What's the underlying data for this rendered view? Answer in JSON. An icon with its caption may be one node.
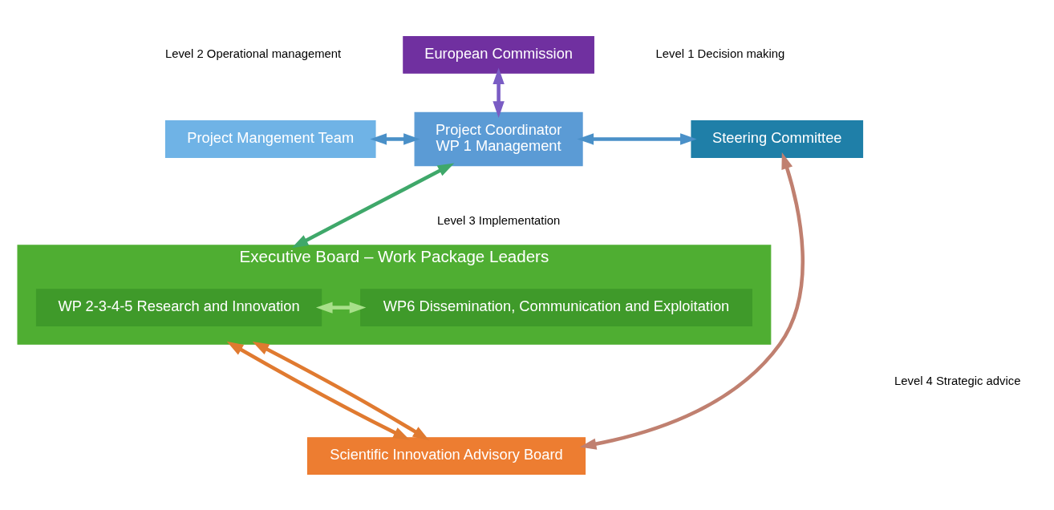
{
  "diagram": {
    "nodes": [
      {
        "text": [
          "European Commission"
        ]
      },
      {
        "text": [
          "Project Mangement Team"
        ]
      },
      {
        "text": [
          "Project Coordinator",
          "WP 1 Management"
        ]
      },
      {
        "text": [
          "Steering Committee"
        ]
      },
      {
        "text": [
          "Executive Board – Work Package Leaders"
        ]
      },
      {
        "text": [
          "WP 2-3-4-5 Research and Innovation"
        ],
        "in": 4
      },
      {
        "text": [
          "WP6 Dissemination, Communication and Exploitation"
        ],
        "in": 4
      },
      {
        "text": [
          "Scientific Innovation Advisory Board"
        ]
      }
    ],
    "edges": [
      {
        "from": 0,
        "to": 2,
        "arrow": "both",
        "color": "#7a5cc4"
      },
      {
        "from": 1,
        "to": 2,
        "arrow": "both"
      },
      {
        "from": 2,
        "to": 3,
        "arrow": "both"
      },
      {
        "from": 2,
        "to": 4,
        "arrow": "both",
        "color": "#3fa86a"
      },
      {
        "from": 5,
        "to": 6,
        "arrow": "both",
        "color": "#a8e08a"
      },
      {
        "from": 4,
        "to": 7,
        "arrow": "both",
        "color": "#e07a30"
      },
      {
        "from": 4,
        "to": 7,
        "arrow": "both",
        "color": "#e07a30"
      },
      {
        "from": 3,
        "to": 7,
        "arrow": "both",
        "color": "#c08070"
      }
    ],
    "labels": [
      "Level 2 Operational management",
      "Level 1 Decision making",
      "Level 3 Implementation",
      "Level 4 Strategic advice"
    ]
  }
}
